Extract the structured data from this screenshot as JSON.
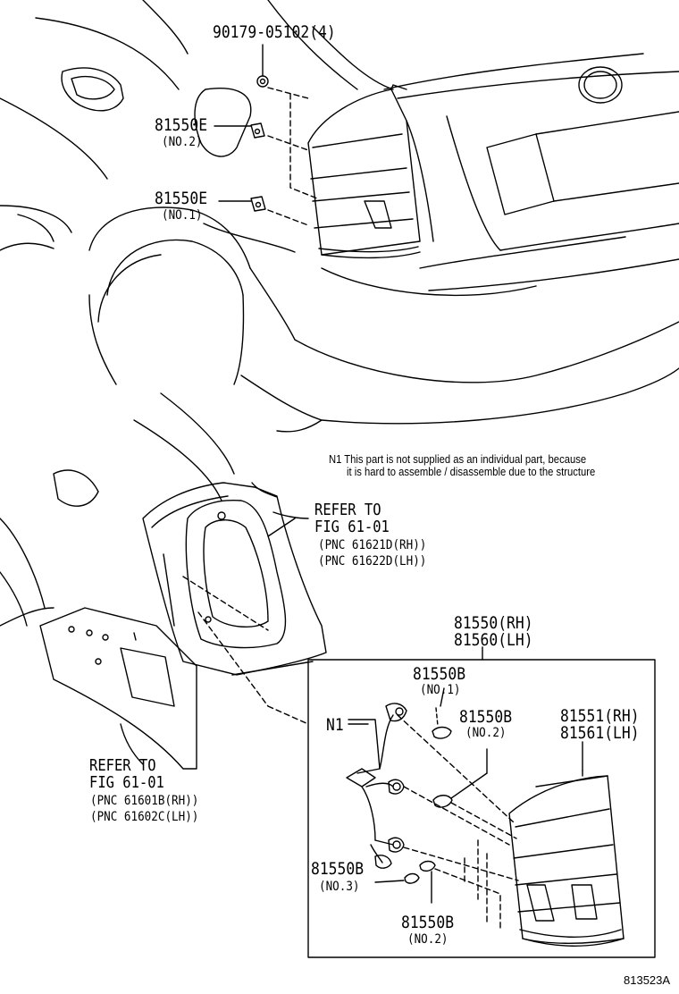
{
  "labels": {
    "bolt_part": "90179-05102(4)",
    "p81550e_a": "81550E",
    "p81550e_a_sub": "(NO.2)",
    "p81550e_b": "81550E",
    "p81550e_b_sub": "(NO.1)",
    "note_line1": "N1 This part is not supplied as an individual part, because",
    "note_line2": "it is hard to assemble / disassemble due to the structure",
    "refer_upper_1": "REFER TO",
    "refer_upper_2": "FIG 61-01",
    "refer_upper_3": "(PNC 61621D(RH))",
    "refer_upper_4": "(PNC 61622D(LH))",
    "refer_lower_1": "REFER TO",
    "refer_lower_2": "FIG 61-01",
    "refer_lower_3": "(PNC 61601B(RH))",
    "refer_lower_4": "(PNC 61602C(LH))",
    "assy_rh": "81550(RH)",
    "assy_lh": "81560(LH)",
    "b_no1": "81550B",
    "b_no1_sub": "(NO.1)",
    "b_no2_upper": "81550B",
    "b_no2_upper_sub": "(NO.2)",
    "lens_rh": "81551(RH)",
    "lens_lh": "81561(LH)",
    "n1": "N1",
    "b_no3": "81550B",
    "b_no3_sub": "(NO.3)",
    "b_no2_lower": "81550B",
    "b_no2_lower_sub": "(NO.2)",
    "illustration_no": "813523A"
  }
}
